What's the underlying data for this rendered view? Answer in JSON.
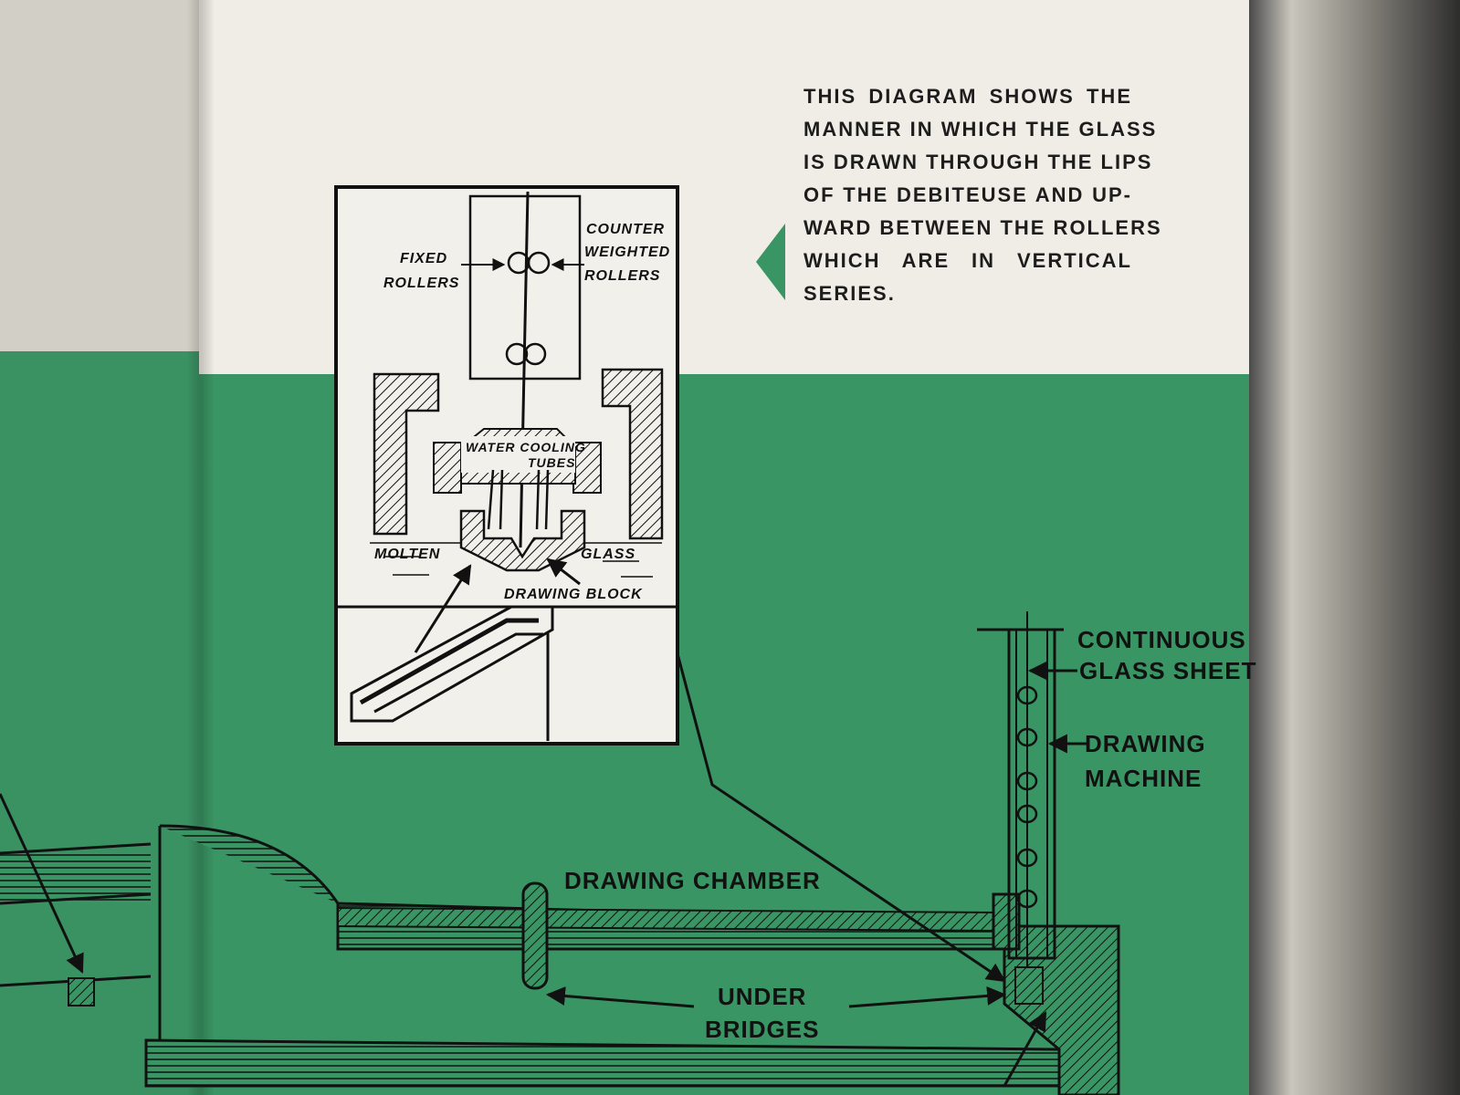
{
  "caption_lines": [
    "THIS DIAGRAM SHOWS THE",
    "MANNER IN WHICH THE GLASS",
    "IS DRAWN THROUGH THE LIPS",
    "OF THE DEBITEUSE AND UP-",
    "WARD BETWEEN THE ROLLERS",
    "WHICH ARE IN VERTICAL",
    "SERIES."
  ],
  "inset_labels": {
    "fixed_rollers_1": "FIXED",
    "fixed_rollers_2": "ROLLERS",
    "counter_1": "COUNTER",
    "counter_2": "WEIGHTED",
    "counter_3": "ROLLERS",
    "water_cooling": "WATER COOLING",
    "tubes": "TUBES",
    "molten": "MOLTEN",
    "glass": "GLASS",
    "drawing_block": "DRAWING BLOCK"
  },
  "main_labels": {
    "continuous_1": "CONTINUOUS",
    "continuous_2": "GLASS SHEET",
    "drawing_machine_1": "DRAWING",
    "drawing_machine_2": "MACHINE",
    "drawing_chamber": "DRAWING CHAMBER",
    "under_1": "UNDER",
    "under_2": "BRIDGES"
  },
  "colors": {
    "green": "#3a9564",
    "paper": "#efede5",
    "ink": "#111111"
  }
}
